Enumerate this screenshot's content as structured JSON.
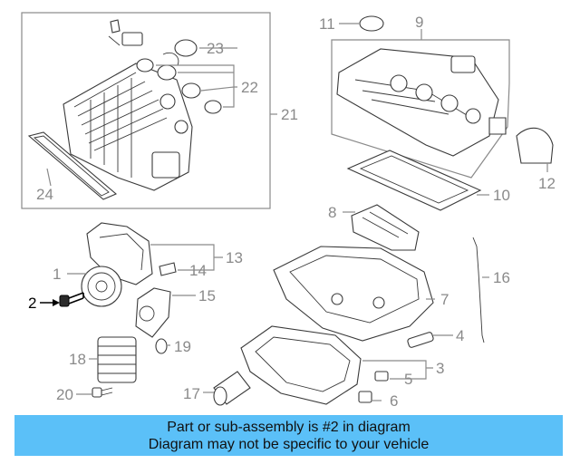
{
  "diagram": {
    "callouts": {
      "n1": "1",
      "n2": "2",
      "n3": "3",
      "n4": "4",
      "n5": "5",
      "n6": "6",
      "n7": "7",
      "n8": "8",
      "n9": "9",
      "n10": "10",
      "n11": "11",
      "n12": "12",
      "n13": "13",
      "n14": "14",
      "n15": "15",
      "n16": "16",
      "n17": "17",
      "n18": "18",
      "n19": "19",
      "n20": "20",
      "n21": "21",
      "n22": "22",
      "n23": "23",
      "n24": "24"
    },
    "highlighted_part": "2",
    "highlight_color": "#000000",
    "callout_color": "#8a8a8a"
  },
  "banner": {
    "line1": "Part or sub-assembly is #2 in diagram",
    "line2": "Diagram may not be specific to your vehicle",
    "background": "#5bc0f8"
  }
}
